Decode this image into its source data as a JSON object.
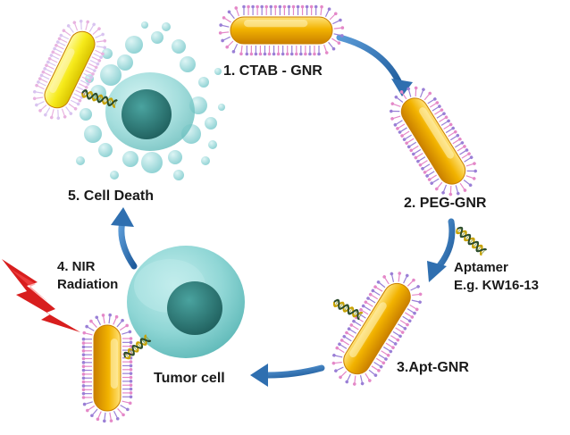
{
  "steps": {
    "step1": "1. CTAB - GNR",
    "step2": "2. PEG-GNR",
    "aptamer_line1": "Aptamer",
    "aptamer_line2": "E.g. KW16-13",
    "step3": "3.Apt-GNR",
    "tumor": "Tumor cell",
    "step4_line1": "4. NIR",
    "step4_line2": "Radiation",
    "step5": "5. Cell Death"
  },
  "colors": {
    "gold": "#f2b300",
    "gold_light": "#ffe27a",
    "gold_dark": "#c97f00",
    "yellow_rod": "#f6ea1a",
    "ligand_pink": "#e488c8",
    "ligand_purple": "#9a7fd6",
    "cell": "#7fcfcf",
    "nucleus": "#2f7f7d",
    "arrow": "#2f6fb0",
    "lightning": "#d81e1e",
    "dna_gold": "#c9a200",
    "dna_dark": "#2b4b2b"
  },
  "icons": {
    "rod1": "ctab-gold-nanorod-icon",
    "rod2": "peg-gold-nanorod-icon",
    "rod3": "aptamer-gold-nanorod-icon",
    "rod4": "aptamer-gold-nanorod-icon",
    "rod5": "heated-nanorod-icon",
    "lightning": "lightning-icon",
    "dna": "dna-aptamer-icon"
  }
}
